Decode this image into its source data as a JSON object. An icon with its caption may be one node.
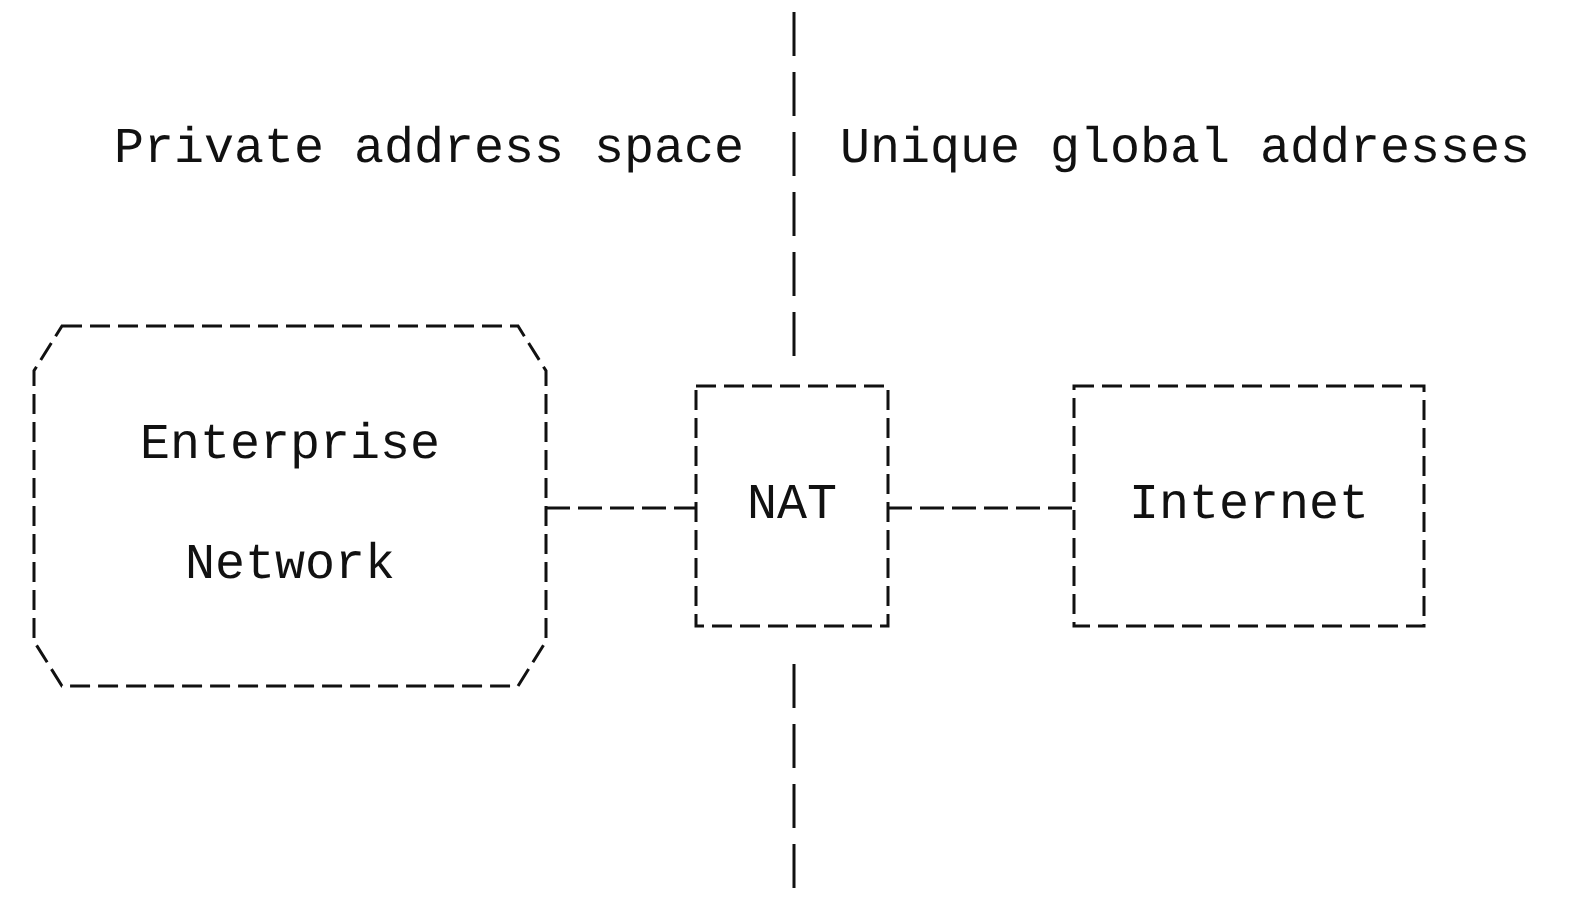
{
  "diagram": {
    "nodes": [
      {
        "text": [
          "Enterprise Network"
        ]
      },
      {
        "text": [
          "NAT"
        ]
      },
      {
        "text": [
          "Internet"
        ]
      }
    ],
    "edges": [
      {
        "from": 0,
        "to": 1,
        "arrow": "none"
      },
      {
        "from": 1,
        "to": 2,
        "arrow": "none"
      }
    ],
    "labels": [
      "Private address space",
      "Unique global addresses"
    ]
  }
}
